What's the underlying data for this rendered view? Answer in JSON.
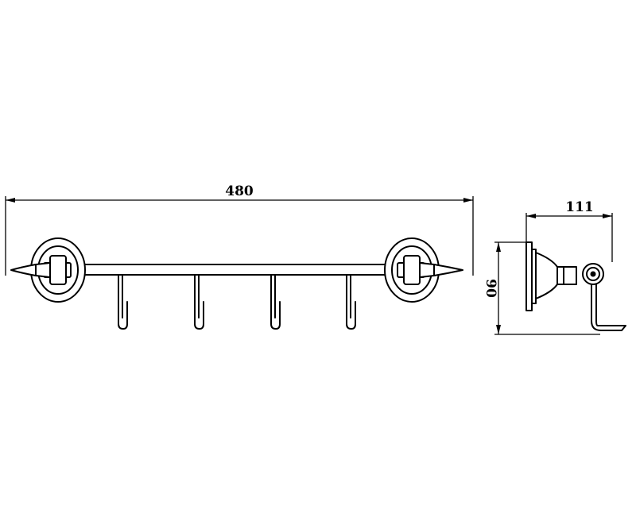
{
  "dimensions": {
    "overall_length": "480",
    "depth": "111",
    "height": "90"
  },
  "hooks": {
    "count": 4
  }
}
